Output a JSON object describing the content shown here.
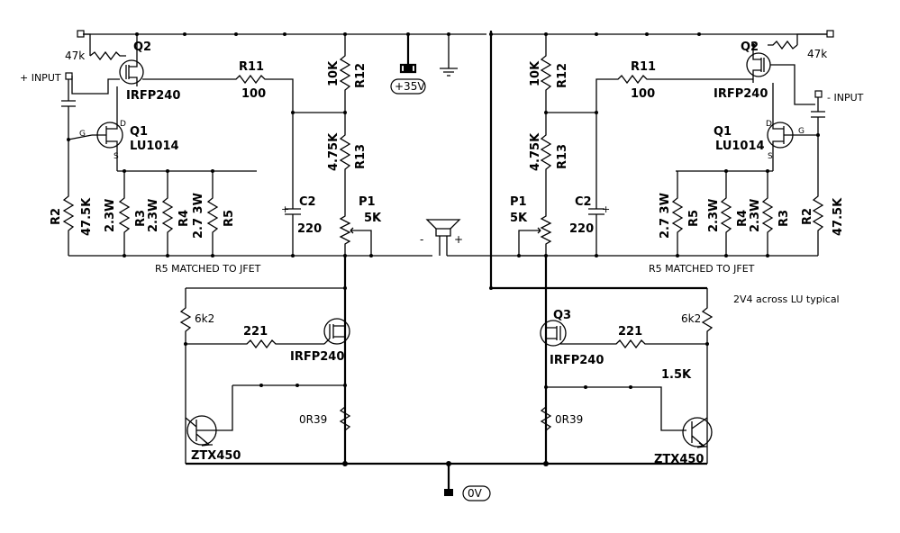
{
  "labels": {
    "q2": "Q2",
    "q1": "Q1",
    "q3": "Q3",
    "irfp240": "IRFP240",
    "lu1014": "LU1014",
    "ztx450": "ZTX450",
    "r11": "R11",
    "r11_val": "100",
    "r12": "R12",
    "r12_val": "10K",
    "r13": "R13",
    "r13_val": "4.75K",
    "c2": "C2",
    "c2_val": "220",
    "p1": "P1",
    "p1_val": "5K",
    "r2": "R2",
    "r2_val": "47.5K",
    "r3": "R3",
    "r3_val": "2.3W",
    "r4": "R4",
    "r4_val": "2.3W",
    "r5": "R5",
    "r5_val": "2.7 3W",
    "r47k": "47k",
    "r6k2": "6k2",
    "r221": "221",
    "r0r39": "0R39",
    "r1_5k": "1.5K",
    "plus_input": "+ INPUT",
    "minus_input": "- INPUT",
    "plus35": "+35V",
    "zero_v": "0V",
    "r5_matched": "R5 MATCHED TO JFET",
    "note_2v4": "2V4 across LU typical",
    "pin_d": "D",
    "pin_s": "S",
    "pin_g": "G",
    "spk_minus": "-",
    "spk_plus": "+"
  }
}
